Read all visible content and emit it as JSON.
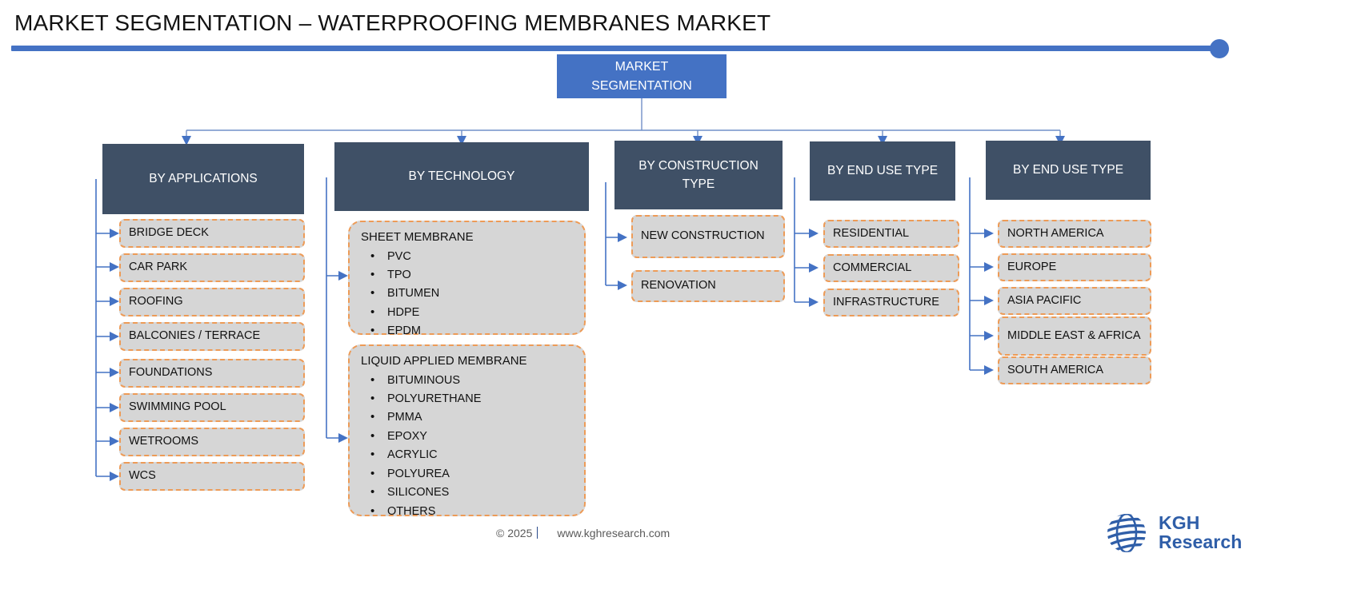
{
  "page": {
    "title": "MARKET SEGMENTATION – WATERPROOFING MEMBRANES MARKET",
    "accent_color": "#4472C4",
    "header_color": "#3F5066",
    "leaf_fill": "#D6D6D6",
    "leaf_border": "#ED9B57"
  },
  "root": {
    "label": "MARKET SEGMENTATION"
  },
  "columns": [
    {
      "header": "BY APPLICATIONS",
      "items": [
        {
          "label": "BRIDGE DECK"
        },
        {
          "label": "CAR PARK"
        },
        {
          "label": "ROOFING"
        },
        {
          "label": "BALCONIES / TERRACE"
        },
        {
          "label": "FOUNDATIONS"
        },
        {
          "label": "SWIMMING POOL"
        },
        {
          "label": "WETROOMS"
        },
        {
          "label": "WCS"
        }
      ]
    },
    {
      "header": "BY TECHNOLOGY",
      "groups": [
        {
          "title": "SHEET MEMBRANE",
          "items": [
            "PVC",
            "TPO",
            "BITUMEN",
            "HDPE",
            "EPDM"
          ]
        },
        {
          "title": "LIQUID APPLIED MEMBRANE",
          "items": [
            "BITUMINOUS",
            "POLYURETHANE",
            "PMMA",
            "EPOXY",
            "ACRYLIC",
            "POLYUREA",
            "SILICONES",
            "OTHERS"
          ]
        }
      ]
    },
    {
      "header": "BY CONSTRUCTION TYPE",
      "items": [
        {
          "label": "NEW CONSTRUCTION"
        },
        {
          "label": "RENOVATION"
        }
      ]
    },
    {
      "header": "BY END USE TYPE",
      "items": [
        {
          "label": "RESIDENTIAL"
        },
        {
          "label": "COMMERCIAL"
        },
        {
          "label": "INFRASTRUCTURE"
        }
      ]
    },
    {
      "header": "BY END USE TYPE",
      "items": [
        {
          "label": "NORTH AMERICA"
        },
        {
          "label": "EUROPE"
        },
        {
          "label": "ASIA PACIFIC"
        },
        {
          "label": "MIDDLE EAST & AFRICA"
        },
        {
          "label": "SOUTH AMERICA"
        }
      ]
    }
  ],
  "footer": {
    "copyright": "© 2025",
    "url": "www.kghresearch.com"
  },
  "logo": {
    "line1": "KGH",
    "line2": "Research",
    "color": "#2F5EA8"
  }
}
